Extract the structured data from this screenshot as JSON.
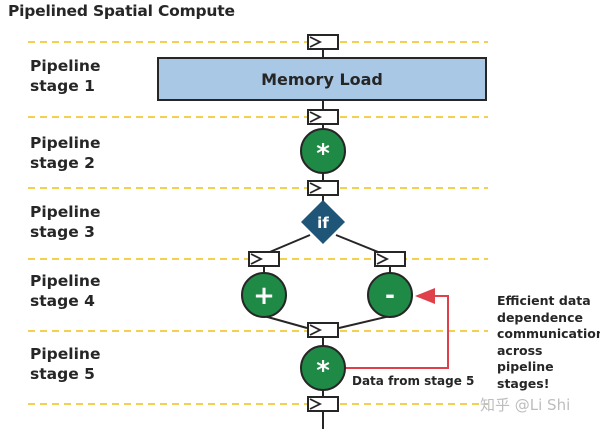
{
  "title": "Pipelined Spatial Compute",
  "stages": [
    {
      "line1": "Pipeline",
      "line2": "stage 1"
    },
    {
      "line1": "Pipeline",
      "line2": "stage 2"
    },
    {
      "line1": "Pipeline",
      "line2": "stage 3"
    },
    {
      "line1": "Pipeline",
      "line2": "stage 4"
    },
    {
      "line1": "Pipeline",
      "line2": "stage 5"
    }
  ],
  "nodes": {
    "memory_load": "Memory Load",
    "multiply_stage2": "*",
    "if_branch": "if",
    "add": "+",
    "subtract": "-",
    "multiply_stage5": "*"
  },
  "feedback_label": "Data from stage 5",
  "side_note": [
    "Efficient data",
    "dependence",
    "communication",
    "across pipeline",
    "stages!"
  ],
  "watermark": "知乎 @Li Shi",
  "colors": {
    "dashed_line": "#f2d24b",
    "memory_fill": "#a9c8e6",
    "node_green": "#1e8a45",
    "if_fill": "#1f5678",
    "feedback_arrow": "#e0404a",
    "outline": "#262626"
  }
}
